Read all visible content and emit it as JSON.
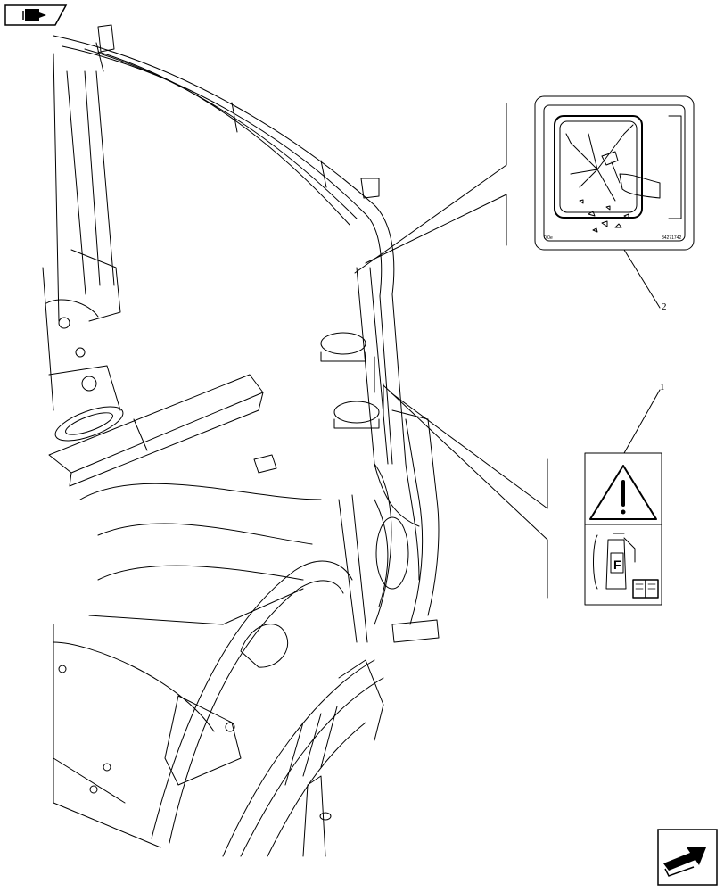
{
  "diagram": {
    "callouts": [
      {
        "id": "1",
        "label": "1"
      },
      {
        "id": "2",
        "label": "2"
      }
    ],
    "decal_2": {
      "left_code": "0:0e",
      "right_code": "84271742"
    }
  },
  "navigation": {
    "top_left_icon": "page-back-icon",
    "bottom_right_icon": "page-forward-icon"
  }
}
